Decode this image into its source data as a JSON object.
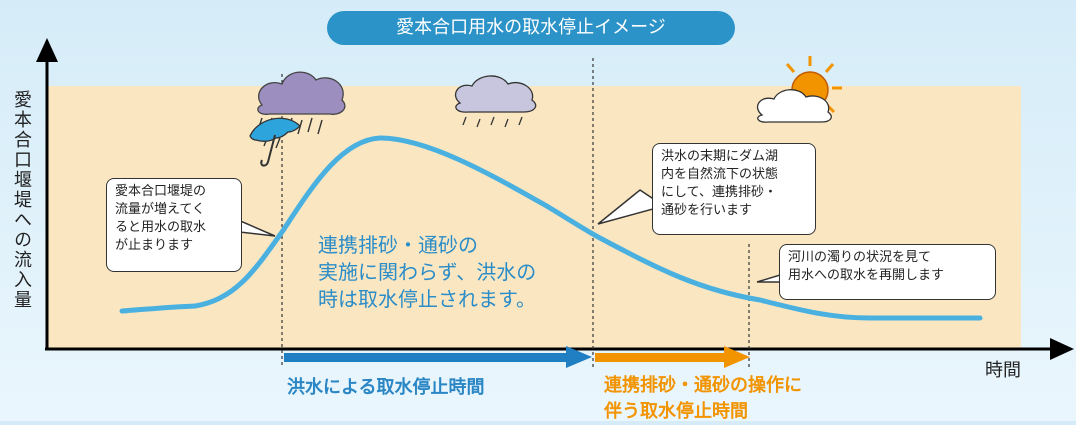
{
  "title": "愛本合口用水の取水停止イメージ",
  "y_axis_label": "愛本合口堰堤への流入量",
  "x_axis_label": "時間",
  "callouts": {
    "inflow_increase": [
      "愛本合口堰堤の",
      "流量が増えてく",
      "ると用水の取水",
      "が止まります"
    ],
    "flood_end": [
      "洪水の末期にダム湖",
      "内を自然流下の状態",
      "にして、連携排砂・",
      "通砂を行います"
    ],
    "resume": [
      "河川の濁りの状況を見て",
      "用水への取水を再開します"
    ]
  },
  "center_text": [
    "連携排砂・通砂の",
    "実施に関わらず、洪水の",
    "時は取水停止されます。"
  ],
  "periods": {
    "flood_stop": "洪水による取水停止時間",
    "sediment_stop": [
      "連携排砂・通砂の操作に",
      "伴う取水停止時間"
    ]
  },
  "colors": {
    "background": "#e4f4fc",
    "plot_area": "#fae7c2",
    "curve": "#4ab0e0",
    "title_pill": "#2c93c9",
    "flood_arrow": "#1f7fc2",
    "sediment_arrow": "#f29400"
  },
  "icons": [
    "heavy-rain-cloud-icon",
    "umbrella-icon",
    "light-rain-cloud-icon",
    "sun-behind-cloud-icon"
  ]
}
